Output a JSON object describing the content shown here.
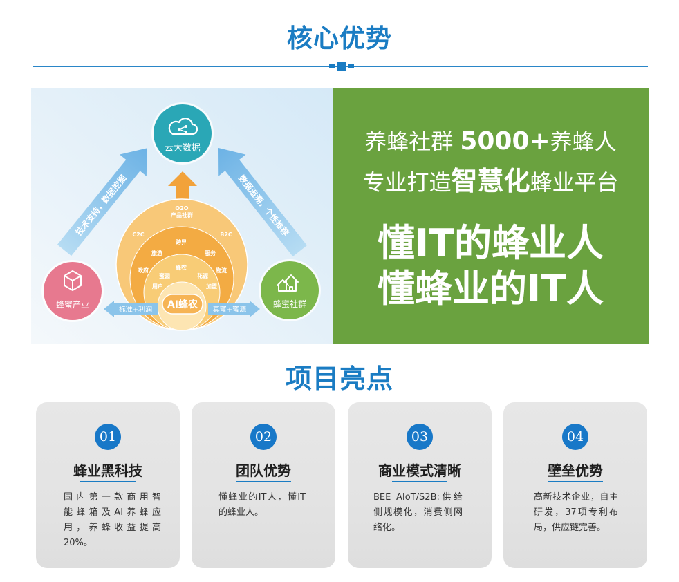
{
  "section_advantages": {
    "title": "核心优势"
  },
  "section_highlights": {
    "title": "项目亮点"
  },
  "banner": {
    "diagram": {
      "top_node": {
        "label": "云大数据",
        "icon": "cloud-share-icon"
      },
      "left_node": {
        "label": "蜂蜜产业",
        "icon": "cube-icon"
      },
      "right_node": {
        "label": "蜂蜜社群",
        "icon": "houses-icon"
      },
      "left_arrow": "技术支持，数据挖掘",
      "right_arrow": "数据追溯，个性推荐",
      "bottom_left_arrow": "标准+利润",
      "bottom_right_arrow": "真蜜+蜜源",
      "center": "AI蜂农",
      "ring_labels": {
        "o2o": "O2O",
        "product_community": "产品社群",
        "c2c": "C2C",
        "b2c": "B2C",
        "crossover": "跨界",
        "travel": "旅游",
        "service": "服务",
        "government": "政府",
        "logistics": "物流",
        "beekeeper": "蜂农",
        "apiary": "蜜园",
        "flower_source": "花源",
        "user": "用户",
        "franchise": "加盟"
      }
    },
    "slogan": {
      "line1_a": "养蜂社群",
      "line1_b": "5000+",
      "line1_c": "养蜂人",
      "line2_a": "专业打造",
      "line2_b": "智慧化",
      "line2_c": "蜂业平台",
      "line3": "懂IT的蜂业人",
      "line4": "懂蜂业的IT人"
    }
  },
  "cards": [
    {
      "number": "01",
      "title": "蜂业黑科技",
      "lines": [
        "国内第一款商用智",
        "能蜂箱及AI养蜂应",
        "用，养蜂收益提高",
        "20%。"
      ]
    },
    {
      "number": "02",
      "title": "团队优势",
      "lines": [
        "懂蜂业的IT人，懂IT",
        "的蜂业人。"
      ]
    },
    {
      "number": "03",
      "title": "商业模式清晰",
      "lines": [
        "BEE AIoT/S2B:供给",
        "侧规模化，消费侧网",
        "络化。"
      ]
    },
    {
      "number": "04",
      "title": "壁垒优势",
      "lines": [
        "高新技术企业，自主",
        "研发，37项专利布",
        "局，供应链完善。"
      ]
    }
  ],
  "colors": {
    "title_blue": "#1a7cc3",
    "banner_green": "#6aa23f",
    "number_blue": "#1878c8",
    "card_bg": "#e3e3e3",
    "node_teal": "#2aa7b6",
    "node_pink": "#e7798f",
    "node_green": "#7cb74b",
    "ring_orange": "#f3ab43"
  }
}
